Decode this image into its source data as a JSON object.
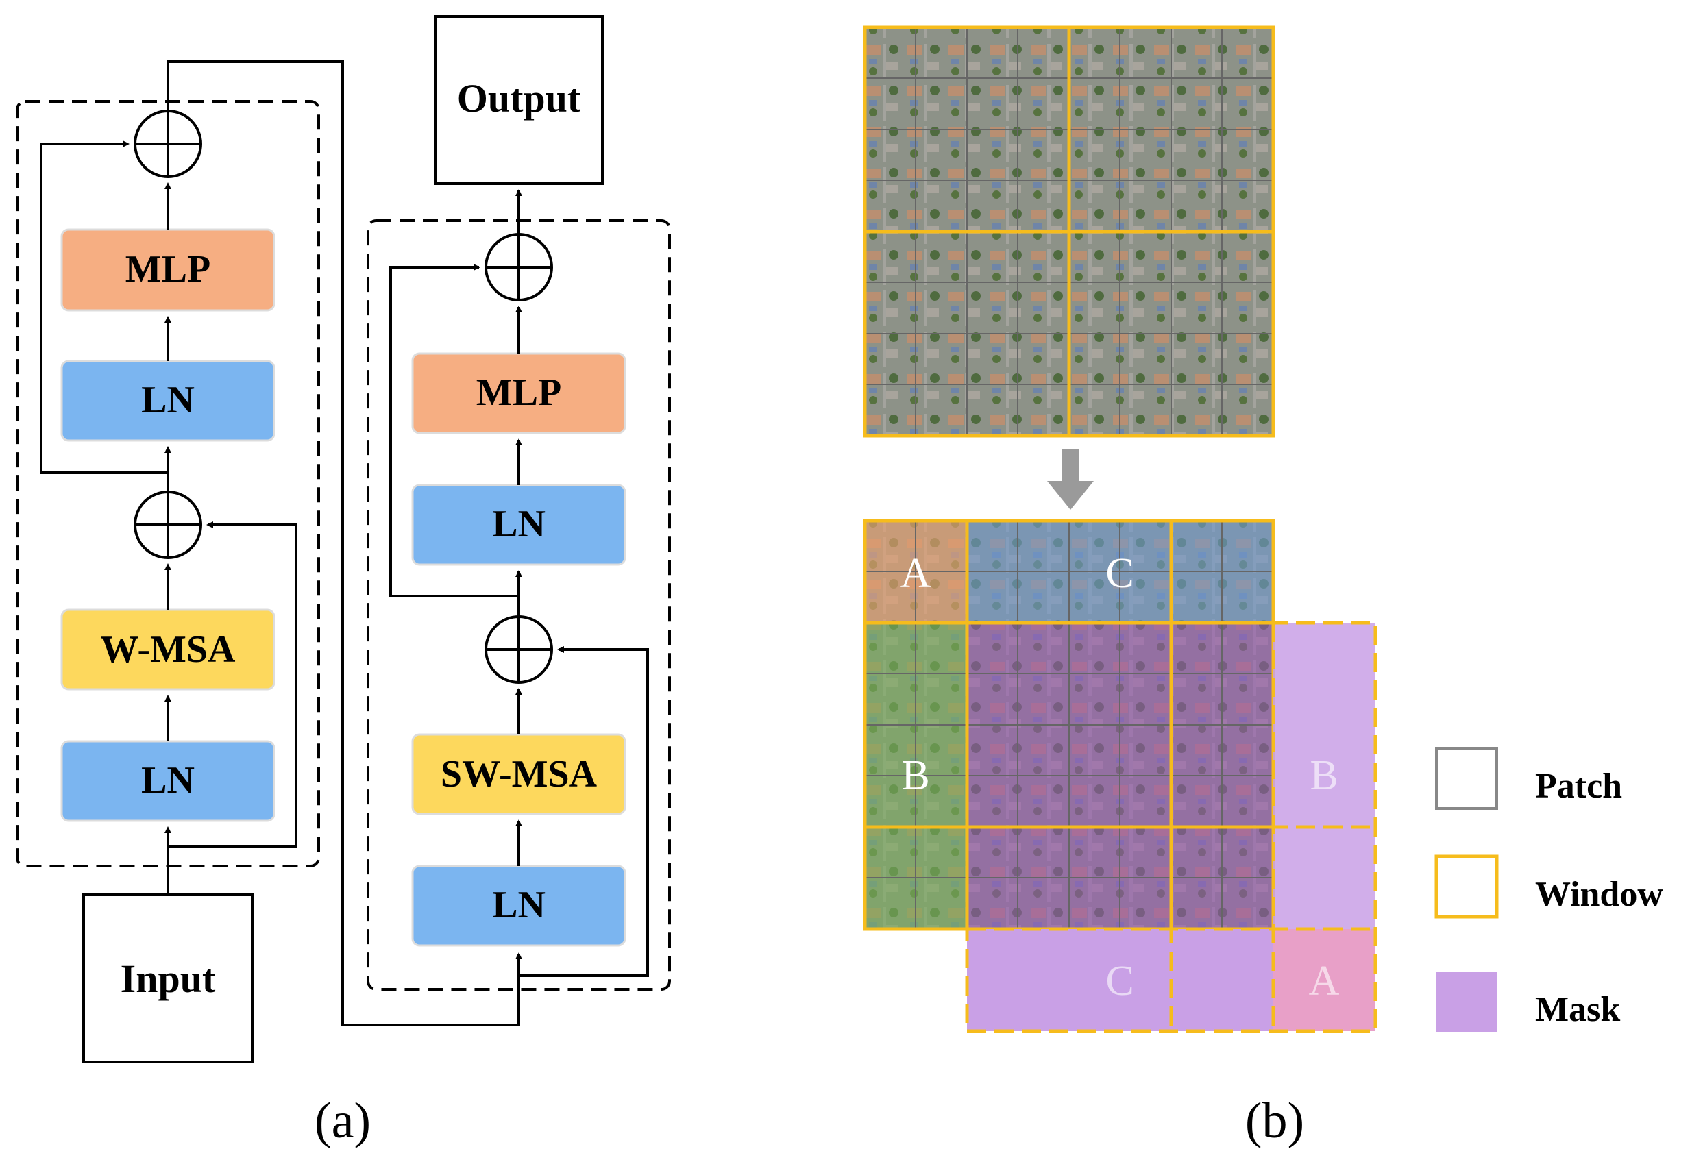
{
  "panel_a": {
    "input_label": "Input",
    "output_label": "Output",
    "left_block": {
      "ln1": "LN",
      "attention": "W-MSA",
      "ln2": "LN",
      "mlp": "MLP"
    },
    "right_block": {
      "ln1": "LN",
      "attention": "SW-MSA",
      "ln2": "LN",
      "mlp": "MLP"
    },
    "caption": "(a)"
  },
  "panel_b": {
    "region_labels": {
      "a_top": "A",
      "c_top": "C",
      "b_left": "B",
      "b_right": "B",
      "c_bottom": "C",
      "a_bottom": "A"
    },
    "legend": {
      "patch": "Patch",
      "window": "Window",
      "mask": "Mask"
    },
    "caption": "(b)"
  },
  "colors": {
    "mlp": "#F6AE82",
    "ln": "#7BB5F0",
    "msa": "#FDD85D",
    "window": "#F6BC1C",
    "patch": "#888888",
    "mask": "#C9A0E6",
    "region_a": "#E8A070",
    "region_b": "#7AB05A",
    "region_c": "#6F9AD0",
    "arrow_gray": "#9A9A9A"
  }
}
